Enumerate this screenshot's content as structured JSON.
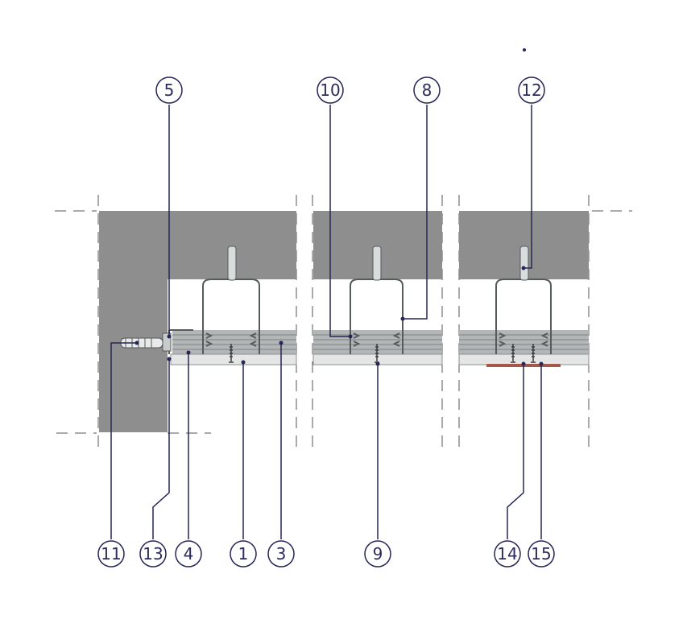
{
  "callouts": [
    {
      "id": "c5",
      "label": "5"
    },
    {
      "id": "c10",
      "label": "10"
    },
    {
      "id": "c8",
      "label": "8"
    },
    {
      "id": "c12",
      "label": "12"
    },
    {
      "id": "c11",
      "label": "11"
    },
    {
      "id": "c13",
      "label": "13"
    },
    {
      "id": "c4",
      "label": "4"
    },
    {
      "id": "c1",
      "label": "1"
    },
    {
      "id": "c3",
      "label": "3"
    },
    {
      "id": "c9",
      "label": "9"
    },
    {
      "id": "c14",
      "label": "14"
    },
    {
      "id": "c15",
      "label": "15"
    }
  ],
  "colors": {
    "concrete": "#8e8e8e",
    "leader": "#262556",
    "dash": "#555555",
    "board": "#e4e6e6",
    "insulation": "#b3b6b6",
    "profile": "#555a5a",
    "sealant": "#a4574d"
  }
}
